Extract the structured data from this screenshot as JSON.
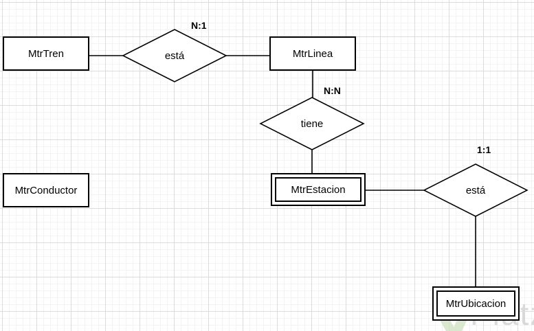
{
  "entities": [
    {
      "label": "MtrTren",
      "type": "strong"
    },
    {
      "label": "MtrLinea",
      "type": "strong"
    },
    {
      "label": "MtrConductor",
      "type": "strong"
    },
    {
      "label": "MtrEstacion",
      "type": "weak"
    },
    {
      "label": "MtrUbicacion",
      "type": "weak"
    }
  ],
  "relationships": [
    {
      "label": "está",
      "cardinality": "N:1"
    },
    {
      "label": "tiene",
      "cardinality": "N:N"
    },
    {
      "label": "está",
      "cardinality": "1:1"
    }
  ],
  "watermark": {
    "text": "Platzi"
  },
  "colors": {
    "stroke": "#000000",
    "shape_fill": "#ffffff",
    "grid_minor": "#f4f3f3",
    "grid_major": "#dcdcdc",
    "watermark_text": "#dbd9d8",
    "watermark_logo_green": "#cfe2c2"
  }
}
